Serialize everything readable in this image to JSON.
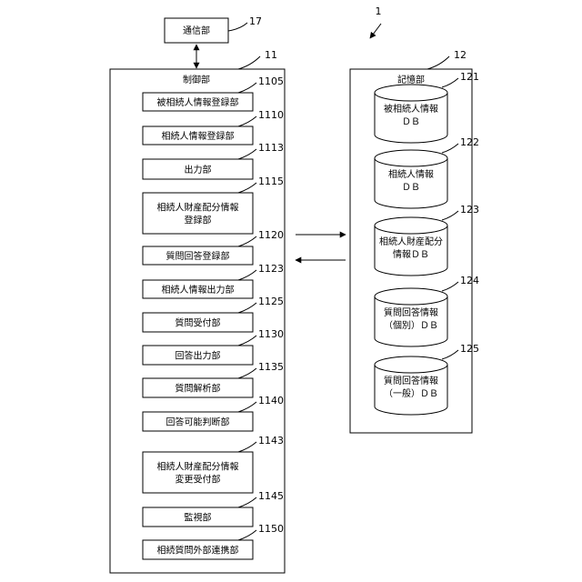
{
  "system_ref": "1",
  "communication": {
    "label": "通信部",
    "ref": "17"
  },
  "control": {
    "label": "制御部",
    "ref": "11",
    "units": [
      {
        "ref": "1105",
        "lines": [
          "被相続人情報登録部"
        ]
      },
      {
        "ref": "1110",
        "lines": [
          "相続人情報登録部"
        ]
      },
      {
        "ref": "1113",
        "lines": [
          "出力部"
        ]
      },
      {
        "ref": "1115",
        "lines": [
          "相続人財産配分情報",
          "登録部"
        ]
      },
      {
        "ref": "1120",
        "lines": [
          "質問回答登録部"
        ]
      },
      {
        "ref": "1123",
        "lines": [
          "相続人情報出力部"
        ]
      },
      {
        "ref": "1125",
        "lines": [
          "質問受付部"
        ]
      },
      {
        "ref": "1130",
        "lines": [
          "回答出力部"
        ]
      },
      {
        "ref": "1135",
        "lines": [
          "質問解析部"
        ]
      },
      {
        "ref": "1140",
        "lines": [
          "回答可能判断部"
        ]
      },
      {
        "ref": "1143",
        "lines": [
          "相続人財産配分情報",
          "変更受付部"
        ]
      },
      {
        "ref": "1145",
        "lines": [
          "監視部"
        ]
      },
      {
        "ref": "1150",
        "lines": [
          "相続質問外部連携部"
        ]
      }
    ]
  },
  "storage": {
    "label": "記憶部",
    "ref": "12",
    "databases": [
      {
        "ref": "121",
        "lines": [
          "被相続人情報",
          "ＤＢ"
        ]
      },
      {
        "ref": "122",
        "lines": [
          "相続人情報",
          "ＤＢ"
        ]
      },
      {
        "ref": "123",
        "lines": [
          "相続人財産配分",
          "情報ＤＢ"
        ]
      },
      {
        "ref": "124",
        "lines": [
          "質問回答情報",
          "（個別）ＤＢ"
        ]
      },
      {
        "ref": "125",
        "lines": [
          "質問回答情報",
          "（一般）ＤＢ"
        ]
      }
    ]
  }
}
